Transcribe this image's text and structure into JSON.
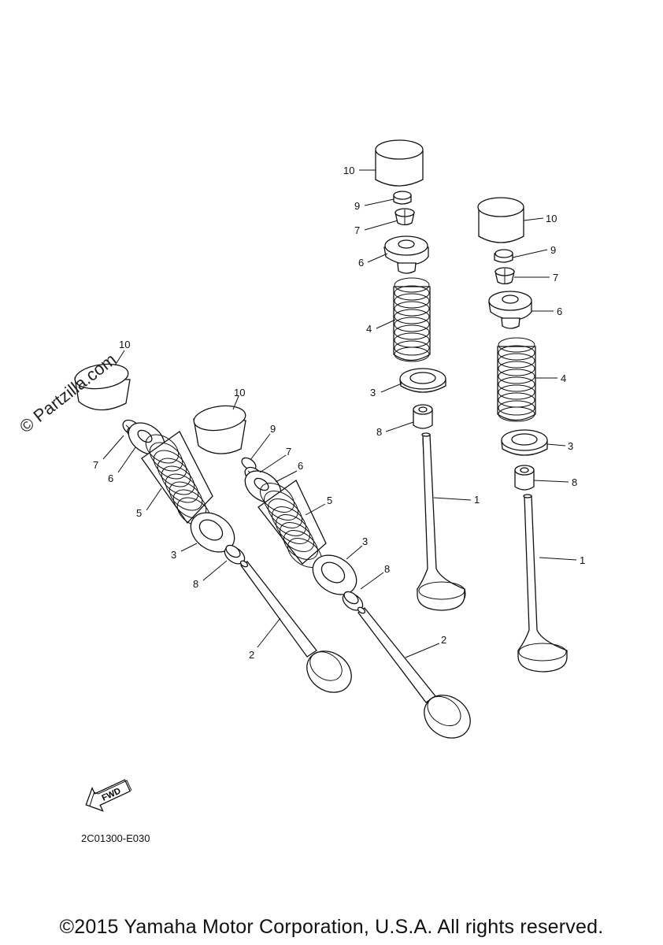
{
  "diagram": {
    "code": "2C01300-E030",
    "copyright": "©2015 Yamaha Motor Corporation, U.S.A. All rights reserved.",
    "watermark": "© Partzilla.com",
    "fwd_label": "FWD",
    "callouts": {
      "a10": "10",
      "a9": "9",
      "a7": "7",
      "a6": "6",
      "a4": "4",
      "a3": "3",
      "a8": "8",
      "a1": "1",
      "b10": "10",
      "b9": "9",
      "b7": "7",
      "b6": "6",
      "b4": "4",
      "b3": "3",
      "b8": "8",
      "b1": "1",
      "c10": "10",
      "c7": "7",
      "c6": "6",
      "c5": "5",
      "c3": "3",
      "c8": "8",
      "c2": "2",
      "d10": "10",
      "d9": "9",
      "d7": "7",
      "d6": "6",
      "d5": "5",
      "d3": "3",
      "d8": "8",
      "d2": "2"
    }
  }
}
